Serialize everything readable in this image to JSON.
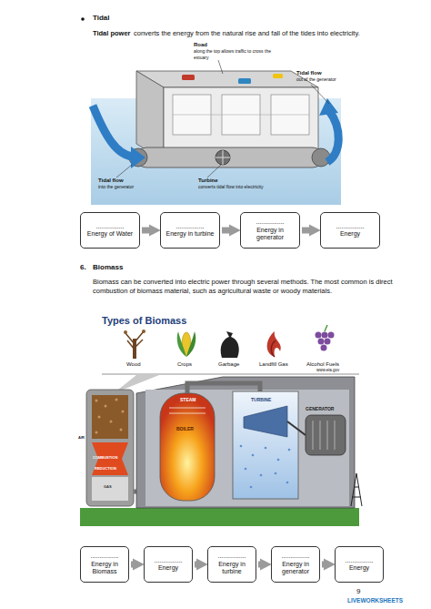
{
  "diagram": {
    "nodes": [
      {
        "text": [
          "................",
          "Energy of Water"
        ]
      },
      {
        "text": [
          "................",
          "Energy in turbine"
        ]
      },
      {
        "text": [
          "................",
          "Energy in generator"
        ]
      },
      {
        "text": [
          "................",
          "Energy"
        ]
      },
      {
        "text": [
          "................",
          "Energy in Biomass"
        ]
      },
      {
        "text": [
          "................",
          "Energy"
        ]
      },
      {
        "text": [
          "................",
          "Energy in turbine"
        ]
      },
      {
        "text": [
          "................",
          "Energy in generator"
        ]
      },
      {
        "text": [
          "................",
          "Energy"
        ]
      }
    ],
    "edges": [
      {
        "from": 0,
        "to": 1,
        "arrow": "to"
      },
      {
        "from": 1,
        "to": 2,
        "arrow": "to"
      },
      {
        "from": 2,
        "to": 3,
        "arrow": "to"
      },
      {
        "from": 4,
        "to": 5,
        "arrow": "to"
      },
      {
        "from": 5,
        "to": 6,
        "arrow": "to"
      },
      {
        "from": 6,
        "to": 7,
        "arrow": "to"
      },
      {
        "from": 7,
        "to": 8,
        "arrow": "to"
      }
    ],
    "labels": [
      "Tidal",
      "Tidal power",
      "converts the energy from the natural rise and fall of the tides into electricity.",
      "Road",
      "along the top allows traffic to cross the estuary",
      "Tidal flow",
      "out of the generator",
      "Tidal flow",
      "into the generator",
      "Turbine",
      "converts tidal flow into electricity",
      "6.",
      "Biomass",
      "Biomass can be converted into electric power through several methods. The most common is direct combustion of biomass material, such as agricultural waste or woody materials.",
      "Types of Biomass",
      "Wood",
      "Crops",
      "Garbage",
      "Landfill Gas",
      "Alcohol Fuels",
      "www.eia.gov",
      "STEAM",
      "BOILER",
      "TURBINE",
      "GENERATOR",
      "AIR",
      "COMBUSTION",
      "REDUCTION",
      "GAS",
      "9",
      "LIVEWORKSHEETS"
    ]
  }
}
